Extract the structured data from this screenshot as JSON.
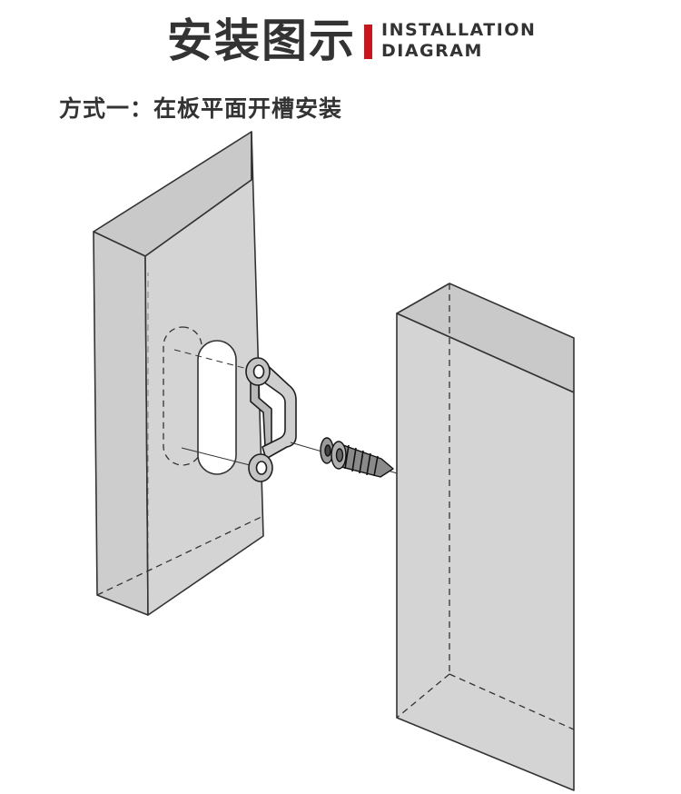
{
  "header": {
    "title_cn": "安装图示",
    "title_en_line1": "INSTALLATION",
    "title_en_line2": "DIAGRAM"
  },
  "method": {
    "label": "方式一：在板平面开槽安装"
  },
  "colors": {
    "accent": "#c8161d",
    "text": "#333333",
    "board_fill": "#d4d4d4",
    "outline": "#333333"
  }
}
